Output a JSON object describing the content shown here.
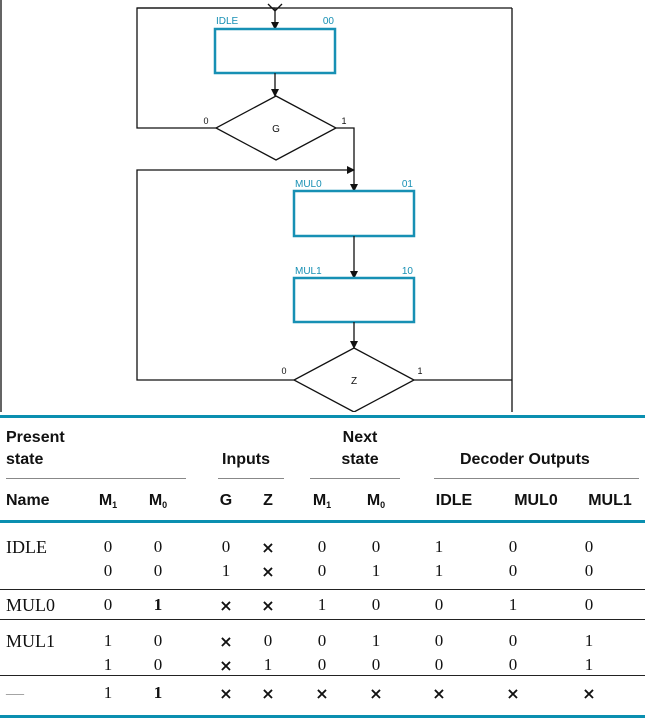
{
  "diagram": {
    "states": [
      {
        "name": "IDLE",
        "code": "00"
      },
      {
        "name": "MUL0",
        "code": "01"
      },
      {
        "name": "MUL1",
        "code": "10"
      }
    ],
    "decisions": [
      {
        "label": "G",
        "false_branch": "0",
        "true_branch": "1"
      },
      {
        "label": "Z",
        "false_branch": "0",
        "true_branch": "1"
      }
    ]
  },
  "table": {
    "group_headers": {
      "present_state": [
        "Present",
        "state"
      ],
      "inputs": "Inputs",
      "next_state": [
        "Next",
        "state"
      ],
      "decoder_outputs": "Decoder Outputs"
    },
    "columns": {
      "name": "Name",
      "m1": "M",
      "m1_sub": "1",
      "m0": "M",
      "m0_sub": "0",
      "g": "G",
      "z": "Z",
      "nm1": "M",
      "nm1_sub": "1",
      "nm0": "M",
      "nm0_sub": "0",
      "idle": "IDLE",
      "mul0": "MUL0",
      "mul1": "MUL1"
    },
    "rows": [
      {
        "name": "IDLE",
        "m1": "0",
        "m0": "0",
        "g": "0",
        "z": "×",
        "nm1": "0",
        "nm0": "0",
        "idle": "1",
        "mul0": "0",
        "mul1": "0"
      },
      {
        "name": "",
        "m1": "0",
        "m0": "0",
        "g": "1",
        "z": "×",
        "nm1": "0",
        "nm0": "1",
        "idle": "1",
        "mul0": "0",
        "mul1": "0"
      },
      {
        "name": "MUL0",
        "m1": "0",
        "m0": "1",
        "g": "×",
        "z": "×",
        "nm1": "1",
        "nm0": "0",
        "idle": "0",
        "mul0": "1",
        "mul1": "0"
      },
      {
        "name": "MUL1",
        "m1": "1",
        "m0": "0",
        "g": "×",
        "z": "0",
        "nm1": "0",
        "nm0": "1",
        "idle": "0",
        "mul0": "0",
        "mul1": "1"
      },
      {
        "name": "",
        "m1": "1",
        "m0": "0",
        "g": "×",
        "z": "1",
        "nm1": "0",
        "nm0": "0",
        "idle": "0",
        "mul0": "0",
        "mul1": "1"
      },
      {
        "name": "—",
        "m1": "1",
        "m0": "1",
        "g": "×",
        "z": "×",
        "nm1": "×",
        "nm0": "×",
        "idle": "×",
        "mul0": "×",
        "mul1": "×"
      }
    ]
  },
  "colors": {
    "state_box": "#1790b4",
    "line": "#111111",
    "table_rule": "#0a8fb0"
  }
}
